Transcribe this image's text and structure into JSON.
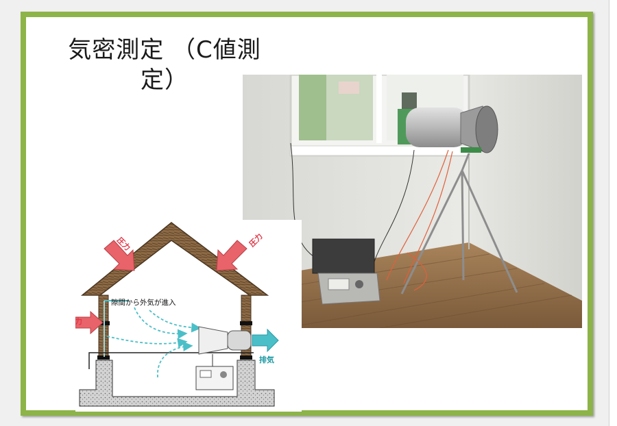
{
  "slide": {
    "title": "気密測定 （C値測定）"
  },
  "diagram": {
    "pressure_label": "圧力",
    "gap_label": "隙間から外気が進入",
    "exhaust_label": "排気"
  },
  "colors": {
    "slide_border": "#8db448",
    "pressure_arrow": "#e8636a",
    "pressure_text": "#e03a4a",
    "airflow": "#4bbfc7",
    "exhaust_text": "#1c9aa3"
  }
}
